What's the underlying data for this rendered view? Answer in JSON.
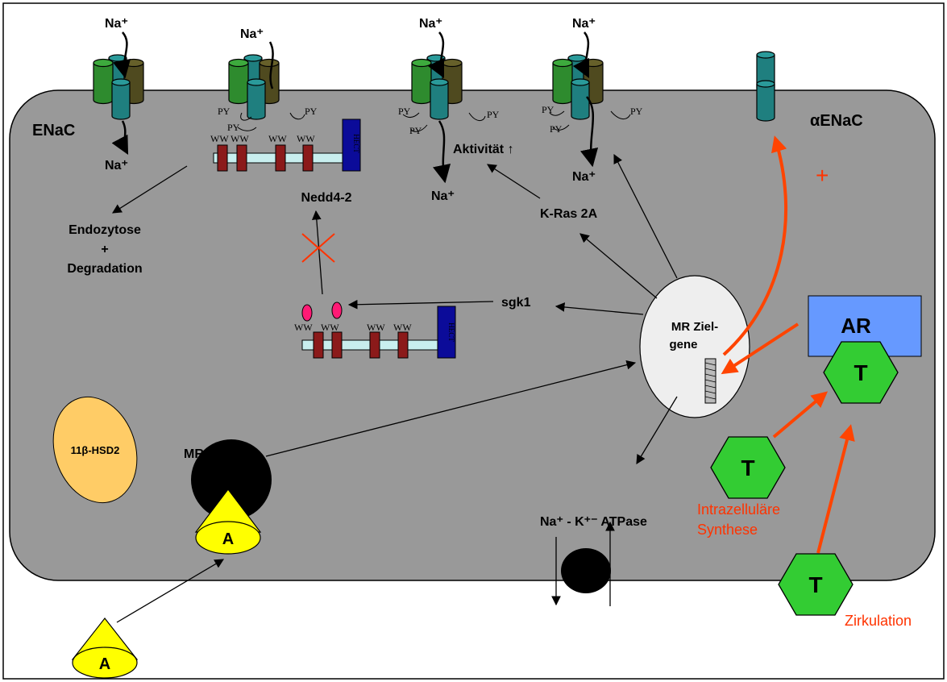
{
  "labels": {
    "enac": "ENaC",
    "alpha_enac": "αENaC",
    "na": "Na⁺",
    "py": "PY",
    "ww": "WW",
    "hect": "HECT",
    "endo_1": "Endozytose",
    "endo_2": "+",
    "endo_3": "Degradation",
    "nedd": "Nedd4-2",
    "aktivitaet": "Aktivität ↑",
    "kras": "K-Ras 2A",
    "sgk": "sgk1",
    "mr_target_1": "MR Ziel-",
    "mr_target_2": "gene",
    "ar": "AR",
    "t": "T",
    "intra_1": "Intrazelluläre",
    "intra_2": "Synthese",
    "zirk": "Zirkulation",
    "hsd": "11β-HSD2",
    "mr": "MR",
    "a": "A",
    "atpase": "Na⁺ - K⁺⁻ ATPase",
    "plus": "+"
  },
  "colors": {
    "cell": "#999999",
    "nucleus": "#eeeeee",
    "teal": "#1f7f7f",
    "green": "#2e8b2e",
    "olive": "#4f4a1f",
    "maroon": "#8b1a1a",
    "rail": "#c8eeee",
    "hect": "#0b0b99",
    "ar": "#6699ff",
    "hex": "#33cc33",
    "yellow": "#ffff00",
    "hsd": "#ffcc66",
    "pink": "#ff1a75",
    "accent": "#ff4400"
  }
}
